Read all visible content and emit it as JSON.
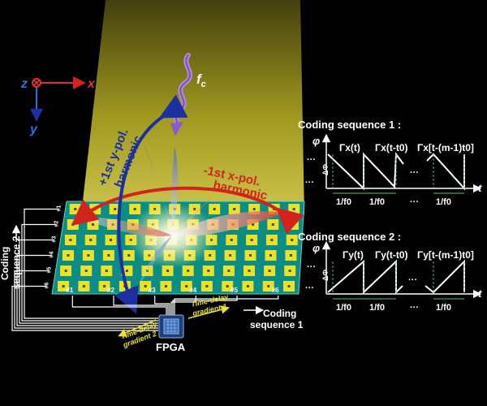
{
  "axes": {
    "z_label": "z",
    "x_label": "x",
    "y_label": "y",
    "x_color": "#e0342b",
    "y_color": "#2f6fe6"
  },
  "carrier": {
    "label_f": "f",
    "label_sub": "c"
  },
  "harmonics": {
    "y_pol_line1": "+1st y-pol.",
    "y_pol_line2": "harmonic",
    "x_pol_line1": "-1st x-pol.",
    "x_pol_line2": "harmonic",
    "y_color": "#1e2fa0",
    "x_color": "#d2231c"
  },
  "board": {
    "row_labels": [
      "#1",
      "#2",
      "#3",
      "#4",
      "#5",
      "#6"
    ],
    "col_labels": [
      "#1",
      "#2",
      "#3",
      "#4",
      "#5",
      "#6"
    ],
    "surface_color": "#0a8d86",
    "cell_color": "#e9e227"
  },
  "control": {
    "fpga_label": "FPGA",
    "gradient1_line1": "Time-delay",
    "gradient1_line2": "gradient 1",
    "gradient2_line1": "Time-delay",
    "gradient2_line2": "gradient 2",
    "coding_seq1_line1": "Coding",
    "coding_seq1_line2": "sequence 1",
    "coding_seq2_line1": "Coding",
    "coding_seq2_line2": "sequence 2"
  },
  "seq1": {
    "title": "Coding sequence 1 :",
    "phi": "φ",
    "delta_phi": "ΔΦ",
    "t": "t",
    "g1": "Γx(t)",
    "g2": "Γx(t-t0)",
    "g3": "Γx[t-(m-1)t0]",
    "period": "1/f0",
    "dots": "···"
  },
  "seq2": {
    "title": "Coding sequence 2 :",
    "phi": "φ",
    "delta_phi": "ΔΦ",
    "t": "t",
    "g1": "Γy(t)",
    "g2": "Γy(t-t0)",
    "g3": "Γy[t-(m-1)t0]",
    "period": "1/f0",
    "dots": "···"
  }
}
